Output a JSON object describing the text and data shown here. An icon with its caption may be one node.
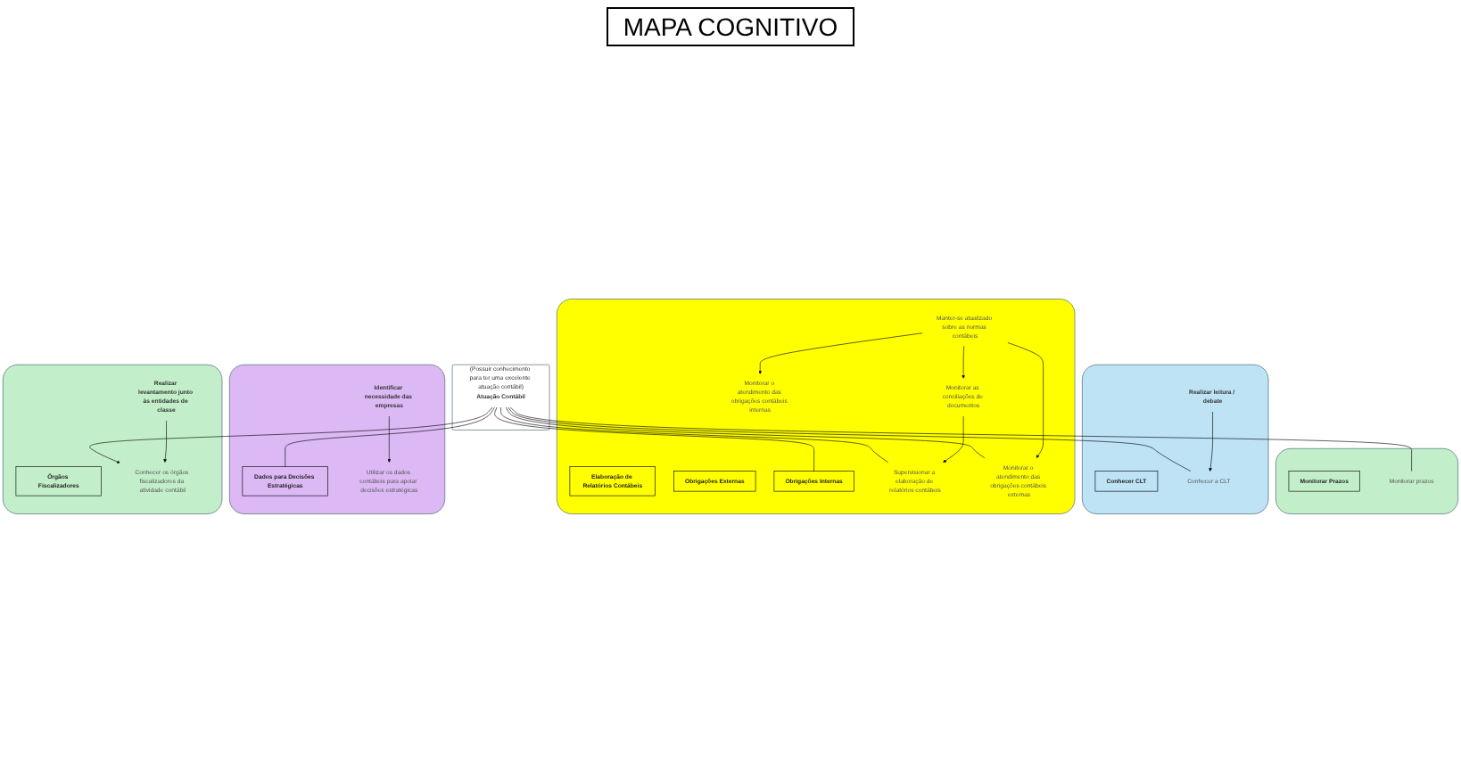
{
  "diagram": {
    "title": "MAPA COGNITIVO",
    "nodes": [
      {
        "text": [
          "(Possuir conhecimento para ter uma excelente atuação contábil)"
        ]
      },
      {
        "text": [
          "Atuação Contábil"
        ],
        "in": 0
      },
      {
        "text": [],
        "shape": "cloud"
      },
      {
        "text": [
          "Conhecer CLT"
        ],
        "in": 2
      },
      {
        "text": [
          "Conhecer a CLT"
        ],
        "in": 2
      },
      {
        "text": [
          "Realizar leitura / debate"
        ],
        "in": 2
      },
      {
        "text": [],
        "shape": "cloud"
      },
      {
        "text": [
          "Monitorar Prazos"
        ],
        "in": 6
      },
      {
        "text": [
          "Monitorar prazos"
        ],
        "in": 6
      },
      {
        "text": [],
        "shape": "cloud"
      },
      {
        "text": [
          "Elaboração de Relatórios Contábeis"
        ],
        "in": 9
      },
      {
        "text": [
          "Obrigações Externas"
        ],
        "in": 9
      },
      {
        "text": [
          "Obrigações Internas"
        ],
        "in": 9
      },
      {
        "text": [
          "Supervisionar a elaboração de relatórios contábeis"
        ],
        "in": 9
      },
      {
        "text": [
          "Monitorar o atendimento das obrigações contábeis externas"
        ],
        "in": 9
      },
      {
        "text": [
          "Monitorar o atendimento das obrigações contábeis internas"
        ],
        "in": 9
      },
      {
        "text": [
          "Monitorar as conciliações de documentos"
        ],
        "in": 9
      },
      {
        "text": [
          "Manter-se atualizado sobre as normas contábeis"
        ],
        "in": 9
      },
      {
        "text": [],
        "shape": "cloud"
      },
      {
        "text": [
          "Dados para Decisões Estratégicas"
        ],
        "in": 18
      },
      {
        "text": [
          "Utilizar os dados contábeis para apoiar decisões estratégicas"
        ],
        "in": 18
      },
      {
        "text": [
          "Identificar necessidade das empresas"
        ],
        "in": 18
      },
      {
        "text": [],
        "shape": "cloud"
      },
      {
        "text": [
          "Órgãos Fiscalizadores"
        ],
        "in": 22
      },
      {
        "text": [
          "Conhecer os órgãos fiscalizadores da atividade contábil"
        ],
        "in": 22
      },
      {
        "text": [
          "Realizar levantamento junto às entidades de classe"
        ],
        "in": 22
      }
    ],
    "edges": [
      {
        "from": 1,
        "to": 4,
        "arrow": "none"
      },
      {
        "from": 1,
        "to": 8,
        "arrow": "none"
      },
      {
        "from": 1,
        "to": 13,
        "arrow": "none"
      },
      {
        "from": 1,
        "to": 14,
        "arrow": "none"
      },
      {
        "from": 1,
        "to": 12,
        "arrow": "none"
      },
      {
        "from": 1,
        "to": 19,
        "arrow": "none"
      },
      {
        "from": 1,
        "to": 24,
        "arrow": "to"
      },
      {
        "from": 5,
        "to": 4,
        "arrow": "to"
      },
      {
        "from": 16,
        "to": 13,
        "arrow": "to"
      },
      {
        "from": 17,
        "to": 16,
        "arrow": "to"
      },
      {
        "from": 17,
        "to": 14,
        "arrow": "to"
      },
      {
        "from": 17,
        "to": 15,
        "arrow": "to"
      },
      {
        "from": 21,
        "to": 20,
        "arrow": "to"
      },
      {
        "from": 25,
        "to": 24,
        "arrow": "to"
      }
    ]
  }
}
